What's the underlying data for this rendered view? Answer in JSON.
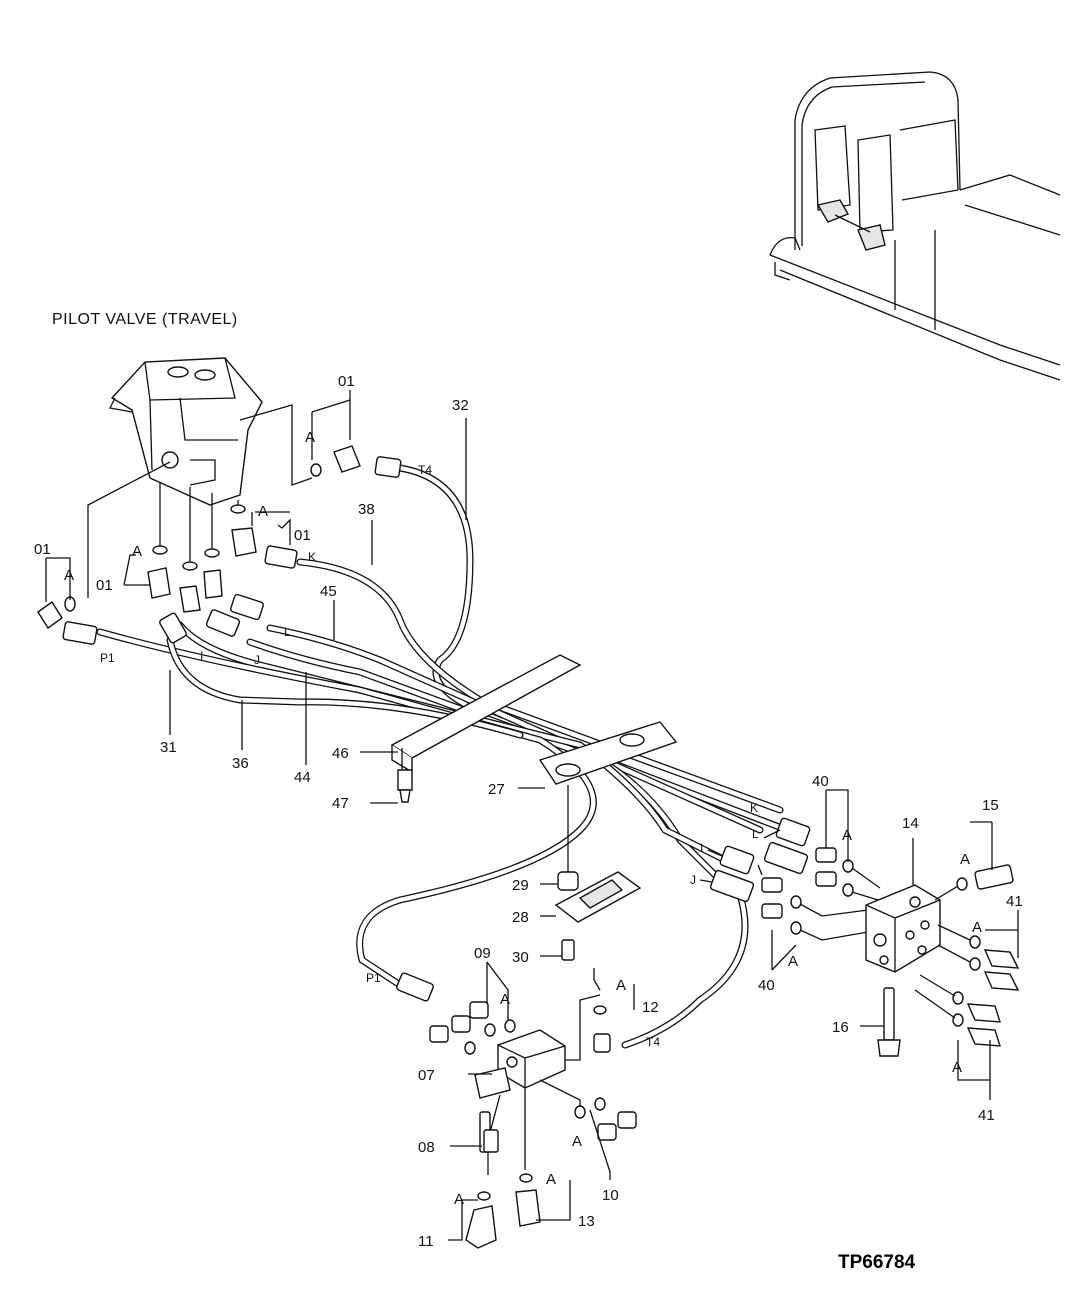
{
  "diagram": {
    "title": "PILOT VALVE (TRAVEL)",
    "drawing_code": "TP66784",
    "detail_tag": "A",
    "callouts": {
      "c01a": "01",
      "c01b": "01",
      "c01c": "01",
      "c01d": "01",
      "c32": "32",
      "c38": "38",
      "c45": "45",
      "c31": "31",
      "c36": "36",
      "c44": "44",
      "c46": "46",
      "c47": "47",
      "c27": "27",
      "c29": "29",
      "c28": "28",
      "c30": "30",
      "c09": "09",
      "c07": "07",
      "c08": "08",
      "c11": "11",
      "c13": "13",
      "c10": "10",
      "c12": "12",
      "c40a": "40",
      "c40b": "40",
      "c14": "14",
      "c15": "15",
      "c16": "16",
      "c41a": "41",
      "c41b": "41"
    },
    "hose_tags": {
      "t4_top": "T4",
      "k_top": "K",
      "l_top": "L",
      "j_top": "J",
      "i_top": "I",
      "p1_top": "P1",
      "k_right": "K",
      "l_right": "L",
      "i_right": "I",
      "j_right": "J",
      "p1_bottom": "P1",
      "t4_bottom": "T4"
    }
  }
}
